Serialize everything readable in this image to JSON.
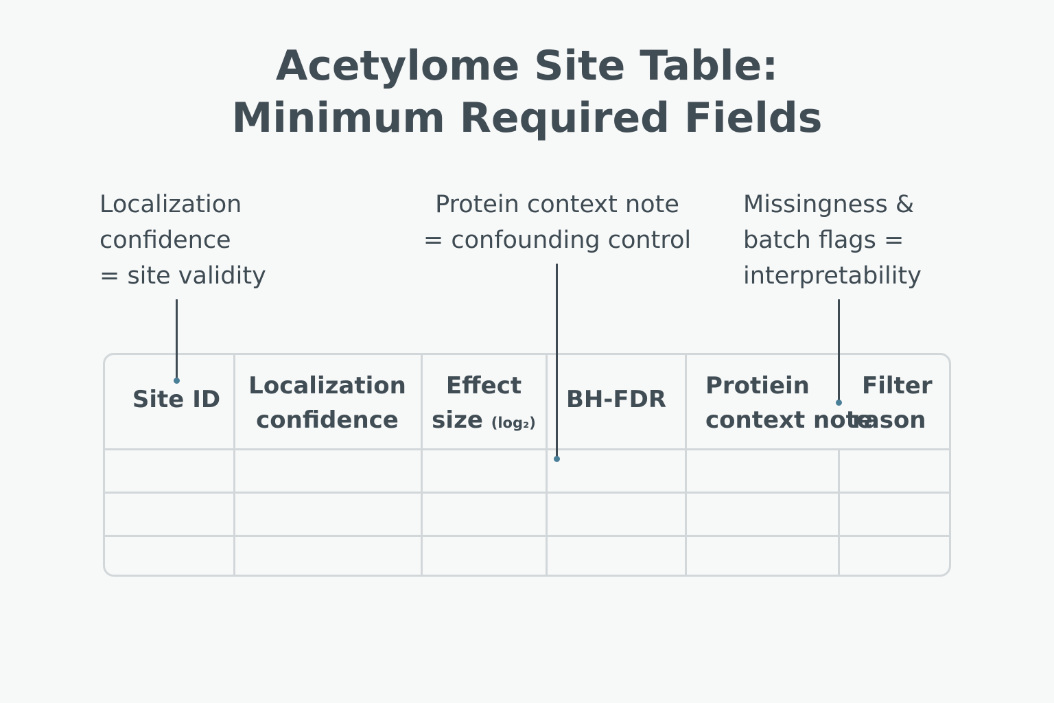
{
  "title": {
    "line1": "Acetylome Site Table:",
    "line2": "Minimum Required Fields"
  },
  "annotations": {
    "localization": [
      "Localization",
      "confidence",
      "= site validity"
    ],
    "protein_context": [
      "Protein context note",
      "= confounding control"
    ],
    "missingness": [
      "Missingness &",
      "batch flags =",
      "interpretability"
    ]
  },
  "table": {
    "headers": {
      "site_id": "Site ID",
      "localization": [
        "Localization",
        "confidence"
      ],
      "effect_size": [
        "Effect",
        "size",
        "(log₂)"
      ],
      "bh_fdr": "BH-FDR",
      "protein_context": [
        "Protiein",
        "context note"
      ],
      "filter_reason": [
        "Filter",
        "rason"
      ]
    },
    "empty_rows": 3
  },
  "colors": {
    "background": "#f7f8f8",
    "text": "#414d55",
    "grid": "#d2d7da",
    "marker": "#4a7f98"
  }
}
